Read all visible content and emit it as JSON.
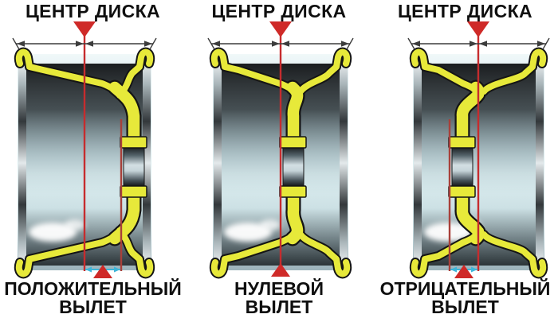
{
  "panels": [
    {
      "title": "ЦЕНТР ДИСКА",
      "label_line1": "ПОЛОЖИТЕЛЬНЫЙ",
      "label_line2": "ВЫЛЕТ",
      "offset_type": "positive"
    },
    {
      "title": "ЦЕНТР ДИСКА",
      "label_line1": "НУЛЕВОЙ",
      "label_line2": "ВЫЛЕТ",
      "offset_type": "zero"
    },
    {
      "title": "ЦЕНТР ДИСКА",
      "label_line1": "ОТРИЦАТЕЛЬНЫЙ",
      "label_line2": "ВЫЛЕТ",
      "offset_type": "negative"
    }
  ],
  "colors": {
    "marker_red": "#cf2a28",
    "centerline_red": "#c62c2e",
    "mount_line_red": "#a8403a",
    "rim_yellow": "#e7e93a",
    "outline_black": "#151515",
    "offset_cyan": "#3fb6d9",
    "dimension_gray": "#3c3c3c",
    "interior_light": "#dff0f2",
    "text_black": "#0f0f0f"
  }
}
